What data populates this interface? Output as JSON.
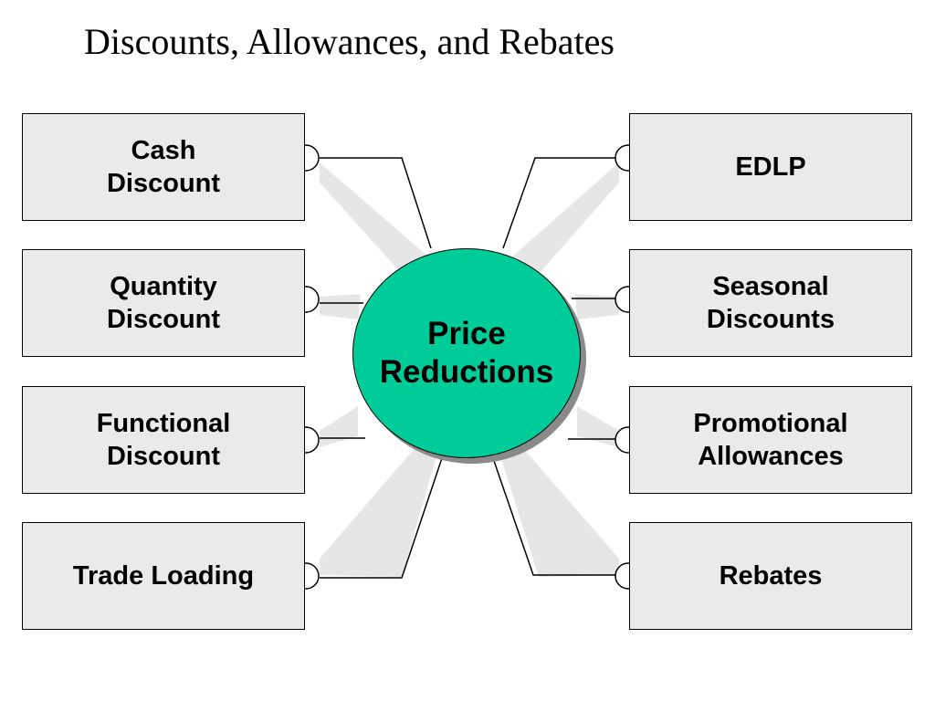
{
  "title": "Discounts, Allowances, and Rebates",
  "hub": {
    "label": "Price\nReductions"
  },
  "left_items": [
    {
      "label": "Cash\nDiscount"
    },
    {
      "label": "Quantity\nDiscount"
    },
    {
      "label": "Functional\nDiscount"
    },
    {
      "label": "Trade Loading"
    }
  ],
  "right_items": [
    {
      "label": "EDLP"
    },
    {
      "label": "Seasonal\nDiscounts"
    },
    {
      "label": "Promotional\nAllowances"
    },
    {
      "label": "Rebates"
    }
  ],
  "colors": {
    "hub_fill": "#00cc99",
    "box_fill": "#eaeaea",
    "wedge_fill": "#e6e6e6"
  }
}
